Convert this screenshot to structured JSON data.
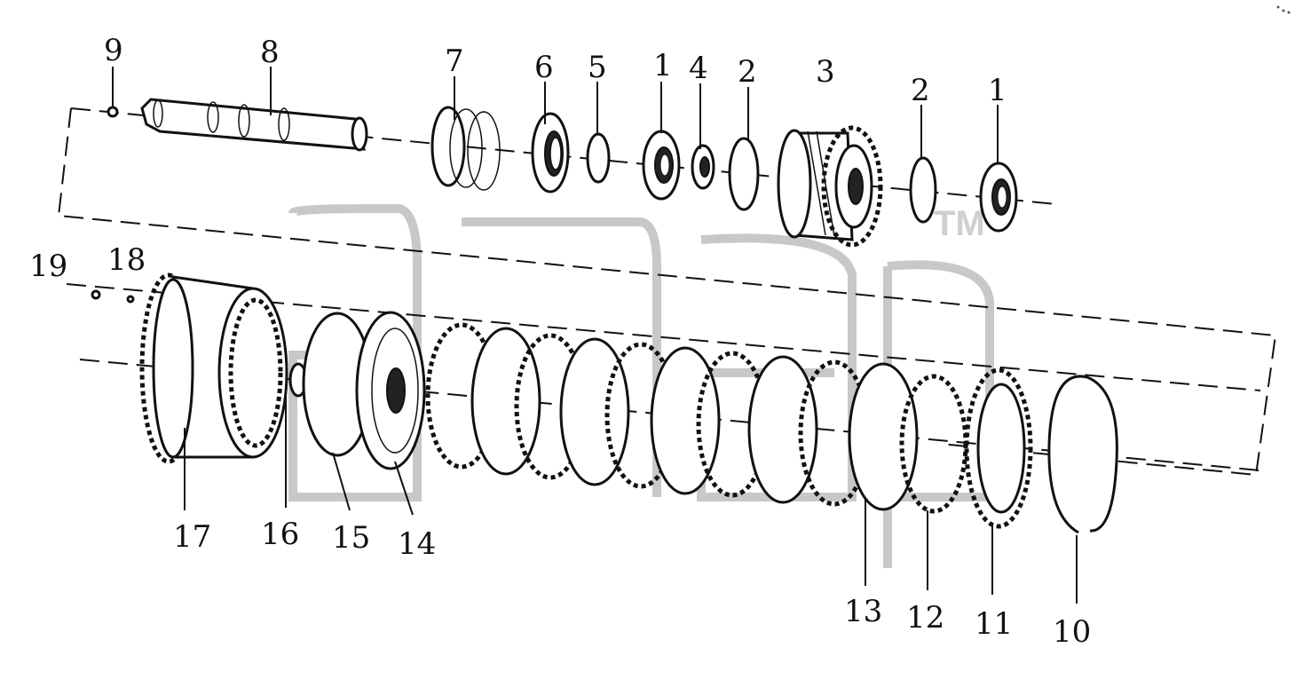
{
  "watermark": {
    "tm": "TM"
  },
  "callouts": [
    {
      "id": "c9",
      "text": "9"
    },
    {
      "id": "c8",
      "text": "8"
    },
    {
      "id": "c7",
      "text": "7"
    },
    {
      "id": "c6",
      "text": "6"
    },
    {
      "id": "c5",
      "text": "5"
    },
    {
      "id": "c1a",
      "text": "1"
    },
    {
      "id": "c4",
      "text": "4"
    },
    {
      "id": "c2a",
      "text": "2"
    },
    {
      "id": "c3",
      "text": "3"
    },
    {
      "id": "c2b",
      "text": "2"
    },
    {
      "id": "c1b",
      "text": "1"
    },
    {
      "id": "c19",
      "text": "19"
    },
    {
      "id": "c18",
      "text": "18"
    },
    {
      "id": "c17",
      "text": "17"
    },
    {
      "id": "c16",
      "text": "16"
    },
    {
      "id": "c15",
      "text": "15"
    },
    {
      "id": "c14",
      "text": "14"
    },
    {
      "id": "c13",
      "text": "13"
    },
    {
      "id": "c12",
      "text": "12"
    },
    {
      "id": "c11",
      "text": "11"
    },
    {
      "id": "c10",
      "text": "10"
    }
  ]
}
